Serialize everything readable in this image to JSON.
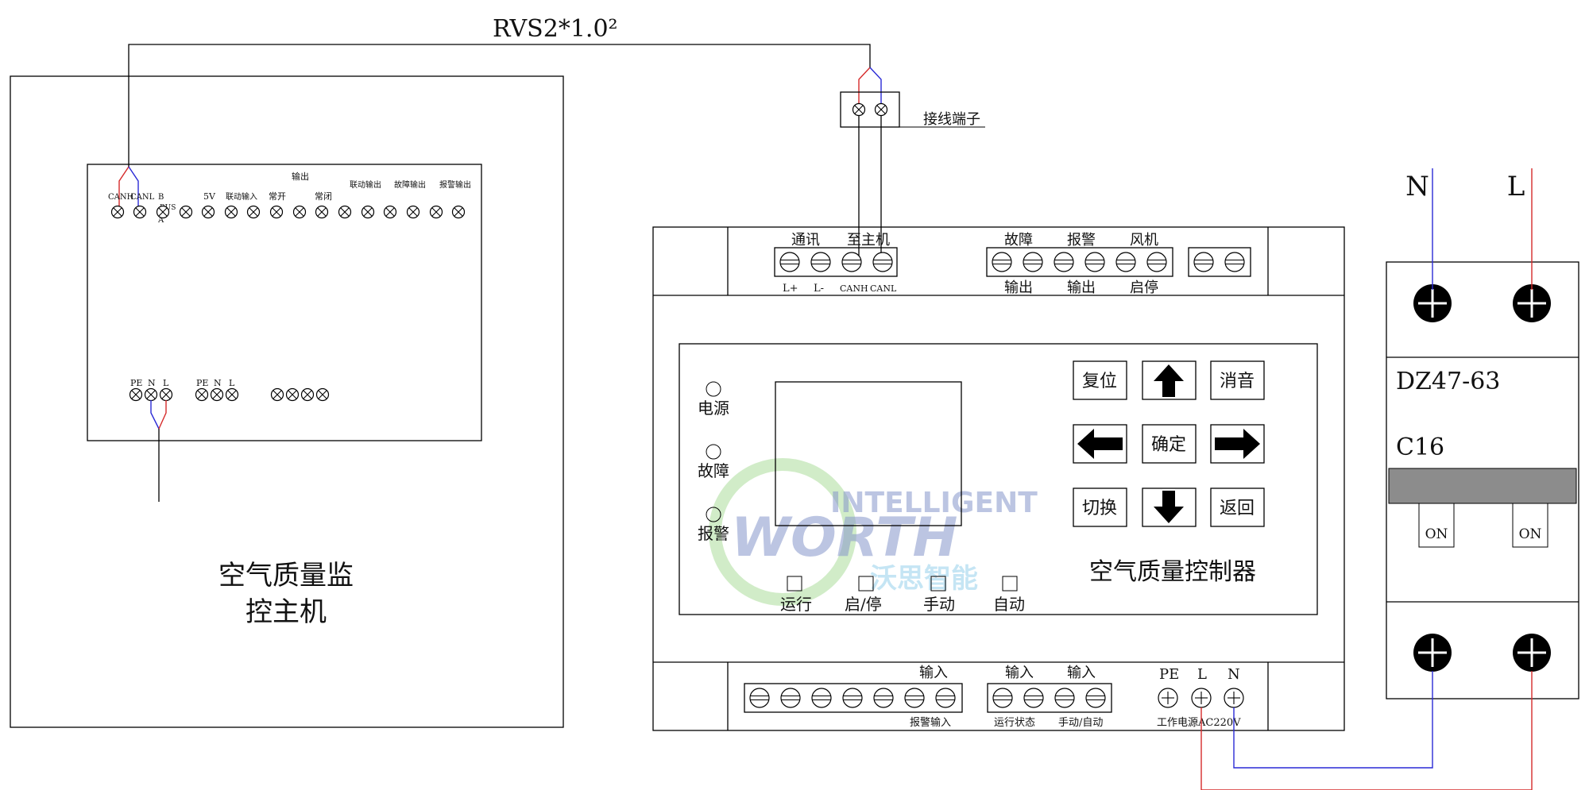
{
  "cable_label": "RVS2*1.0²",
  "terminal_block_label": "接线端子",
  "monitor": {
    "title_line1": "空气质量监",
    "title_line2": "控主机",
    "top_labels": {
      "output_header": "输出",
      "canh": "CANH",
      "canl": "CANL",
      "b": "B",
      "bus": "BUS",
      "a": "A",
      "v5": "5V",
      "link_input": "联动输入",
      "normally_open": "常开",
      "normally_closed": "常闭",
      "link_output": "联动输出",
      "fault_output": "故障输出",
      "alarm_output": "报警输出"
    },
    "power_labels": [
      "PE",
      "N",
      "L",
      "PE",
      "N",
      "L"
    ]
  },
  "controller": {
    "title": "空气质量控制器",
    "top_groups": {
      "comm": "通讯",
      "to_host": "至主机",
      "fault": "故障",
      "alarm": "报警",
      "fan": "风机",
      "output1": "输出",
      "output2": "输出",
      "start_stop": "启停"
    },
    "top_terminal_labels": [
      "L+",
      "L-",
      "CANH",
      "CANL"
    ],
    "indicators": [
      "电源",
      "故障",
      "报警"
    ],
    "status_boxes": [
      "运行",
      "启/停",
      "手动",
      "自动"
    ],
    "buttons": {
      "reset": "复位",
      "mute": "消音",
      "confirm": "确定",
      "switch": "切换",
      "back": "返回"
    },
    "bottom_labels": {
      "input1": "输入",
      "input2": "输入",
      "input3": "输入",
      "alarm_input": "报警输入",
      "run_status": "运行状态",
      "manual_auto": "手动/自动",
      "pe": "PE",
      "l": "L",
      "n": "N",
      "power": "工作电源AC220V"
    }
  },
  "breaker": {
    "model": "DZ47-63",
    "rating": "C16",
    "on_left": "ON",
    "on_right": "ON",
    "n_label": "N",
    "l_label": "L"
  },
  "watermark": {
    "line1": "INTELLIGENT",
    "line2": "WORTH",
    "line3": "沃思智能"
  },
  "colors": {
    "neutral_wire": "#2a2ad6",
    "live_wire": "#d62a2a",
    "watermark_green": "#8fd27a",
    "watermark_blue": "#5d74b8",
    "switch_bar": "#8c8c8c"
  }
}
